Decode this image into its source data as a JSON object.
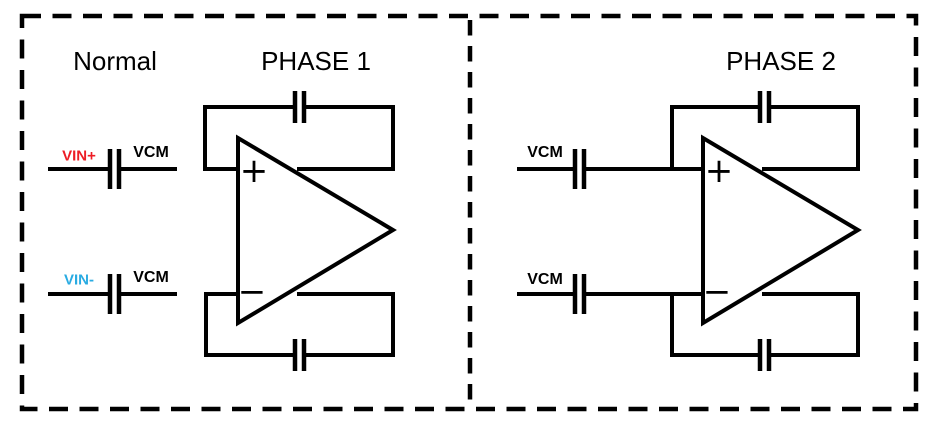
{
  "figure": {
    "type": "switched-capacitor-amplifier-phases",
    "left_panel": {
      "mode_label": "Normal",
      "title": "PHASE 1",
      "inputs": [
        {
          "signal_label": "VIN+",
          "signal_color": "#ed1c24",
          "node_label": "VCM"
        },
        {
          "signal_label": "VIN-",
          "signal_color": "#29abe2",
          "node_label": "VCM"
        }
      ],
      "opamp": {
        "noninverting_mark": "+",
        "inverting_mark": "−"
      }
    },
    "right_panel": {
      "title": "PHASE 2",
      "inputs": [
        {
          "node_label": "VCM"
        },
        {
          "node_label": "VCM"
        }
      ],
      "opamp": {
        "noninverting_mark": "+",
        "inverting_mark": "−"
      }
    },
    "colors": {
      "line": "#000000",
      "background": "#ffffff",
      "vin_plus": "#ed1c24",
      "vin_minus": "#29abe2"
    }
  }
}
